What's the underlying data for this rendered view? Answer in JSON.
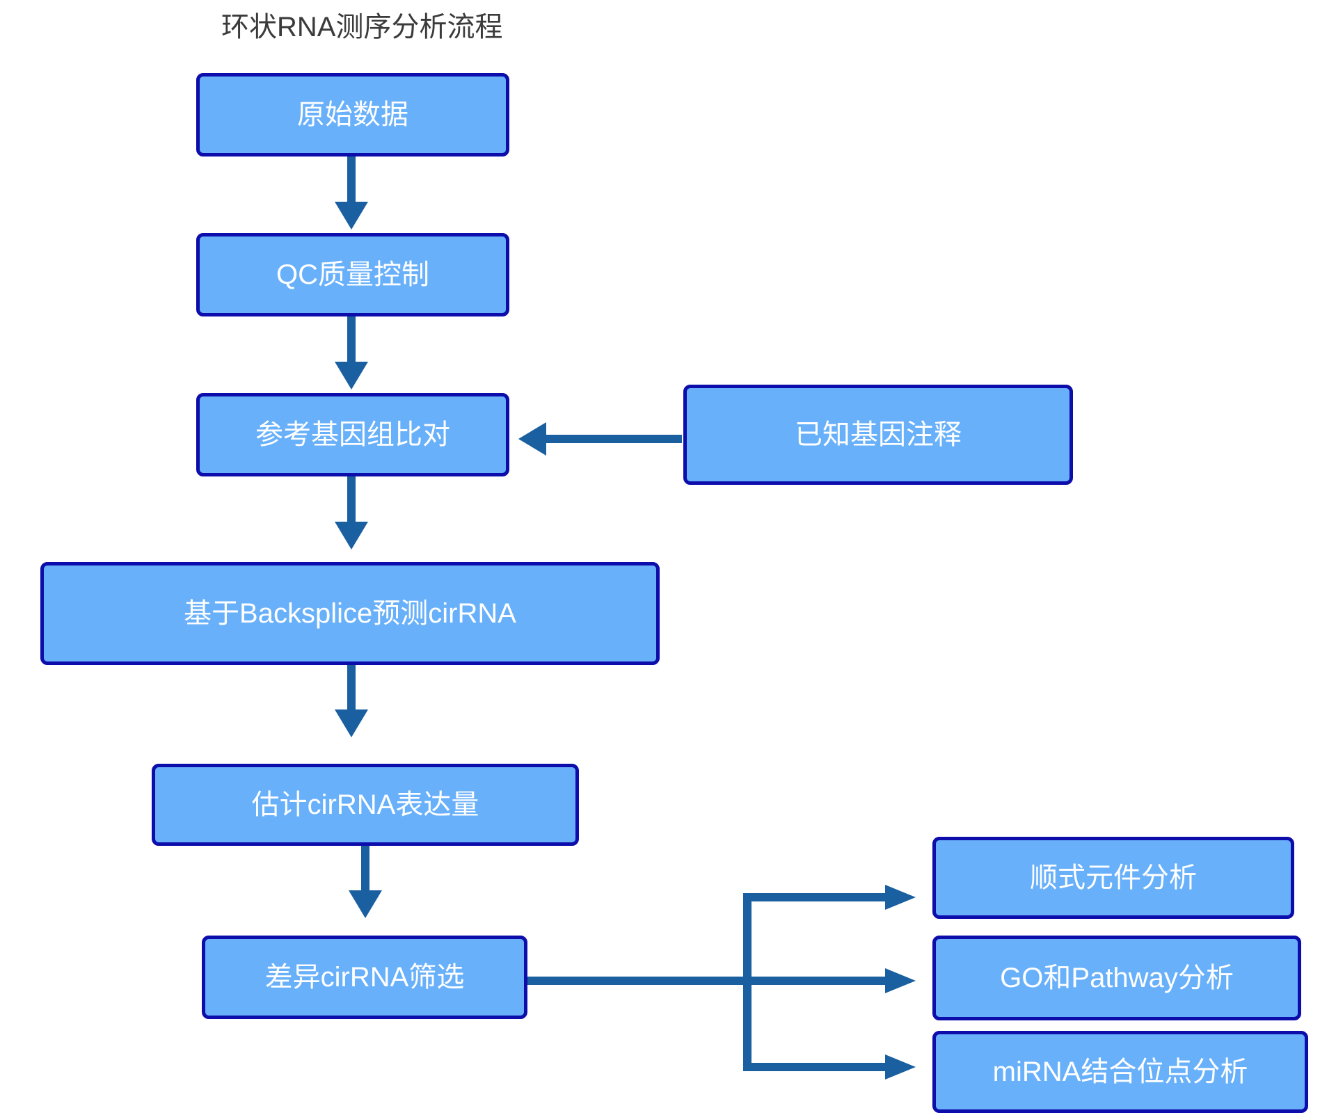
{
  "diagram": {
    "title": "环状RNA测序分析流程",
    "type": "flowchart",
    "background_color": "#ffffff",
    "node_fill_color": "#68B0FA",
    "node_border_color": "#0D0DAB",
    "node_text_color": "#ffffff",
    "connector_color": "#1A5FA0",
    "title_color": "#3b3b3b"
  },
  "nodes": [
    {
      "id": "raw-data",
      "label": "原始数据"
    },
    {
      "id": "qc",
      "label": "QC质量控制"
    },
    {
      "id": "genome-align",
      "label": "参考基因组比对"
    },
    {
      "id": "known-gene-anno",
      "label": "已知基因注释"
    },
    {
      "id": "backsplice",
      "label": "基于Backsplice预测cirRNA"
    },
    {
      "id": "expression",
      "label": "估计cirRNA表达量"
    },
    {
      "id": "diff-screen",
      "label": "差异cirRNA筛选"
    },
    {
      "id": "cis-element",
      "label": "顺式元件分析"
    },
    {
      "id": "go-pathway",
      "label": "GO和Pathway分析"
    },
    {
      "id": "mirna-site",
      "label": "miRNA结合位点分析"
    }
  ],
  "edges": [
    {
      "from": "raw-data",
      "to": "qc",
      "direction": "down"
    },
    {
      "from": "qc",
      "to": "genome-align",
      "direction": "down"
    },
    {
      "from": "genome-align",
      "to": "backsplice",
      "direction": "down"
    },
    {
      "from": "known-gene-anno",
      "to": "genome-align",
      "direction": "left"
    },
    {
      "from": "backsplice",
      "to": "expression",
      "direction": "down"
    },
    {
      "from": "expression",
      "to": "diff-screen",
      "direction": "down"
    },
    {
      "from": "diff-screen",
      "to": "cis-element",
      "direction": "right-branch"
    },
    {
      "from": "diff-screen",
      "to": "go-pathway",
      "direction": "right-branch"
    },
    {
      "from": "diff-screen",
      "to": "mirna-site",
      "direction": "right-branch"
    }
  ]
}
